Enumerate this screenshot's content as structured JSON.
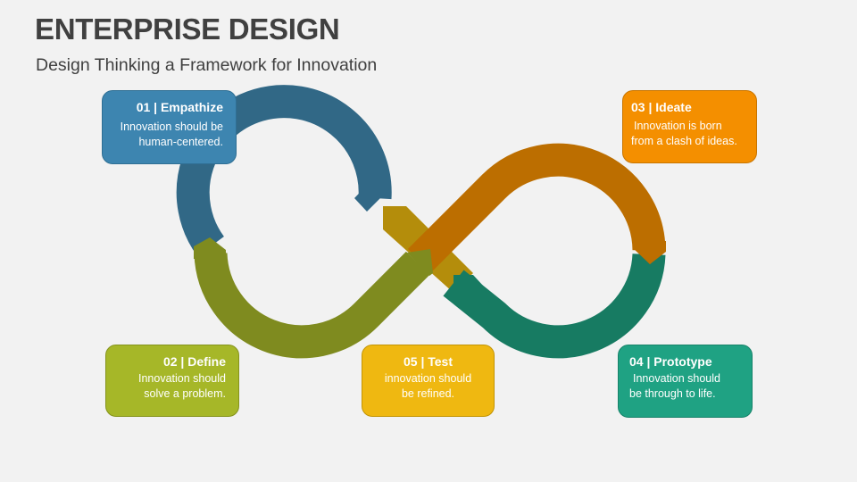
{
  "header": {
    "title": "ENTERPRISE DESIGN",
    "subtitle": "Design Thinking a Framework for Innovation"
  },
  "colors": {
    "background": "#f2f2f2",
    "empathize": "#3d85b0",
    "empathize_loop": "#316886",
    "define": "#a6b728",
    "define_loop": "#7f8b1f",
    "test": "#efb811",
    "test_loop": "#b48d0b",
    "prototype": "#1fa283",
    "prototype_loop": "#177b62",
    "ideate": "#f48f00",
    "ideate_loop": "#bc6e00"
  },
  "steps": [
    {
      "number": "01",
      "name": "Empathize",
      "heading": "01 | Empathize",
      "text_line1": "Innovation should be",
      "text_line2": "human-centered."
    },
    {
      "number": "02",
      "name": "Define",
      "heading": "02 | Define",
      "text_line1": "Innovation should",
      "text_line2": "solve a problem."
    },
    {
      "number": "03",
      "name": "Ideate",
      "heading": "03 | Ideate",
      "text_line1": "Innovation is born",
      "text_line2": "from a clash of ideas."
    },
    {
      "number": "04",
      "name": "Prototype",
      "heading": "04 | Prototype",
      "text_line1": "Innovation should",
      "text_line2": "be through to life."
    },
    {
      "number": "05",
      "name": "Test",
      "heading": "05 | Test",
      "text_line1": "innovation should",
      "text_line2": "be refined."
    }
  ]
}
